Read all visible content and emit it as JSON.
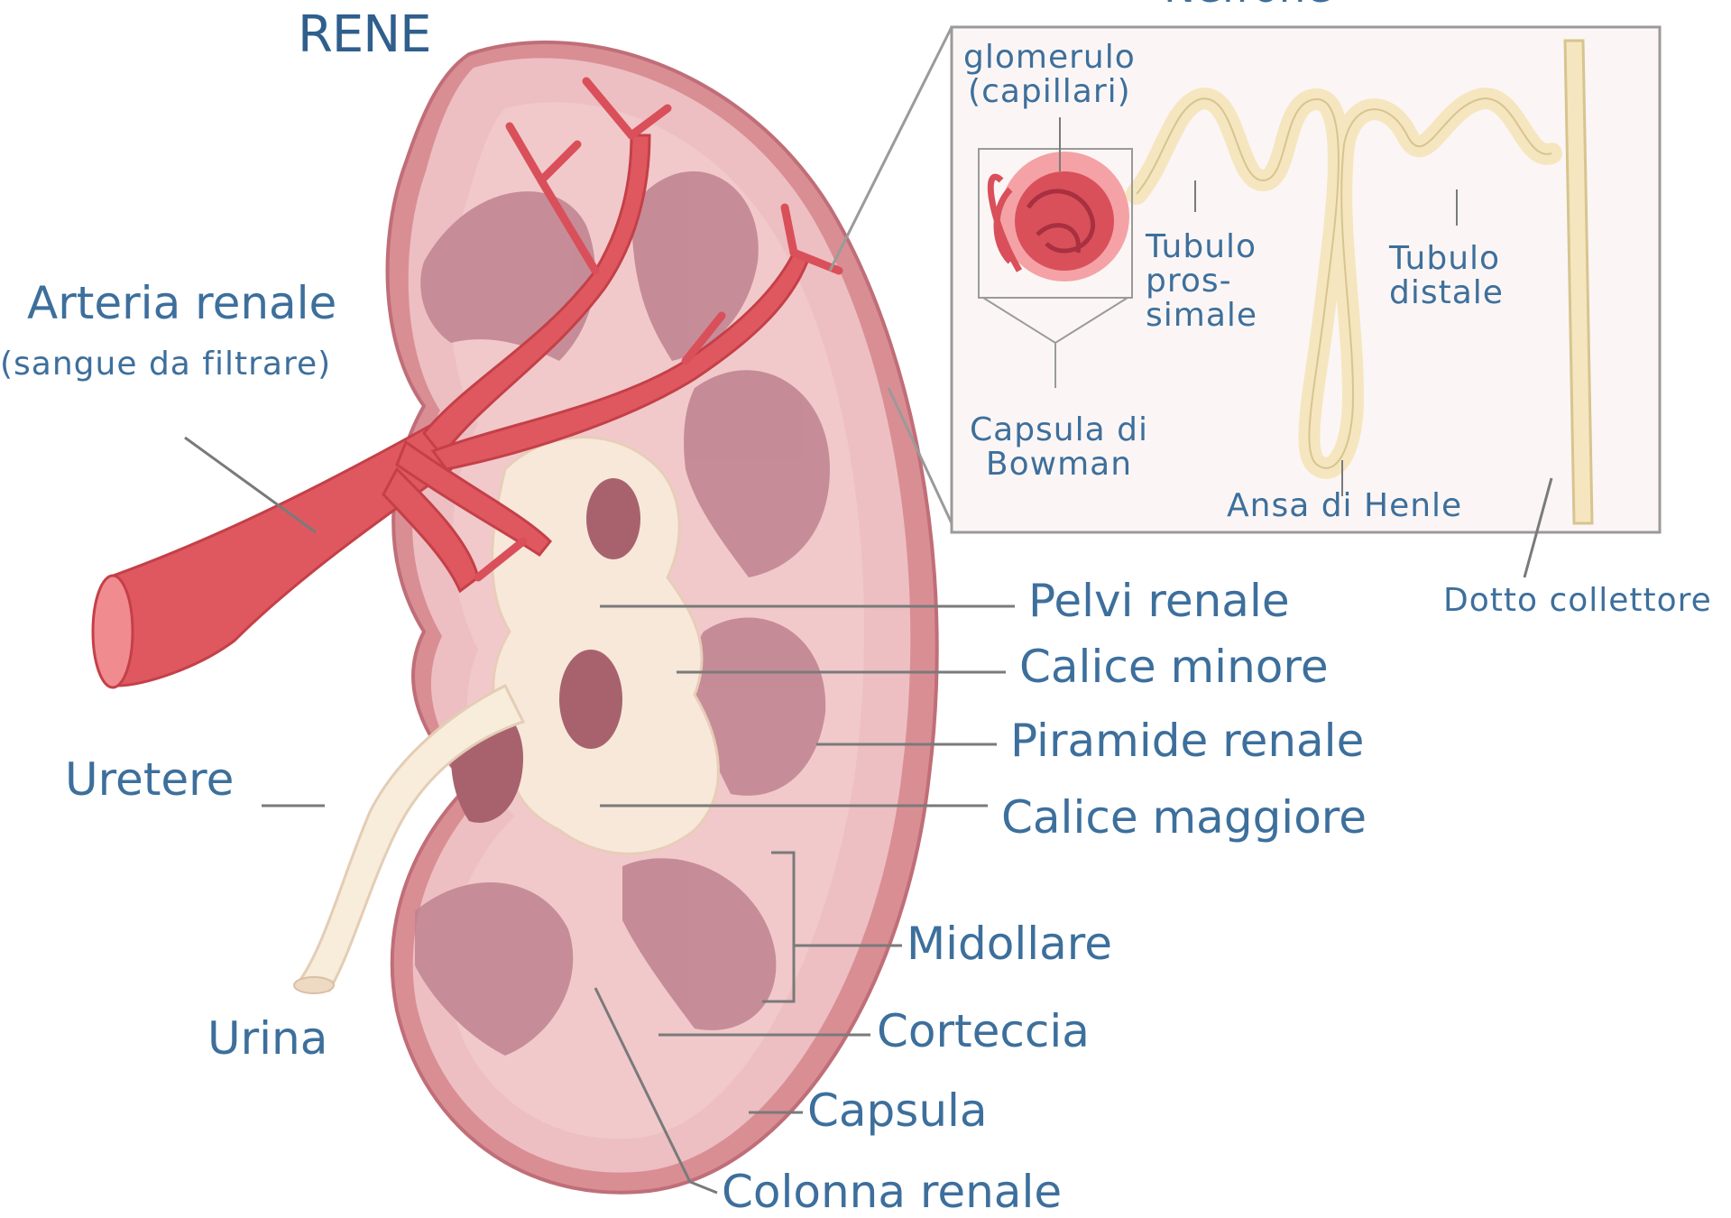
{
  "title": "RENE",
  "nephron_title": "Nefrone",
  "labels": {
    "arteria": "Arteria renale",
    "arteria_note": "(sangue da filtrare)",
    "uretere": "Uretere",
    "urina": "Urina",
    "pelvi": "Pelvi renale",
    "calice_minore": "Calice minore",
    "piramide": "Piramide renale",
    "calice_maggiore": "Calice maggiore",
    "midollare": "Midollare",
    "corteccia": "Corteccia",
    "capsula": "Capsula",
    "colonna": "Colonna renale",
    "dotto": "Dotto collettore"
  },
  "nephron_labels": {
    "glomerulo": [
      "glomerulo",
      "(capillari)"
    ],
    "tubulo_prossimale": [
      "Tubulo",
      "pros-",
      "simale"
    ],
    "tubulo_distale": [
      "Tubulo",
      "distale"
    ],
    "capsula_bowman": [
      "Capsula di",
      "Bowman"
    ],
    "ansa_henle": "Ansa di Henle"
  },
  "colors": {
    "label_text": "#3d6f9c",
    "kidney_cortex": "#eab8bb",
    "medulla_pyramid": "#b87884",
    "artery": "#e0545c",
    "pelvis": "#f6e6d6",
    "tubule": "#f3e2b7",
    "leader_line": "#7a7a7a"
  }
}
